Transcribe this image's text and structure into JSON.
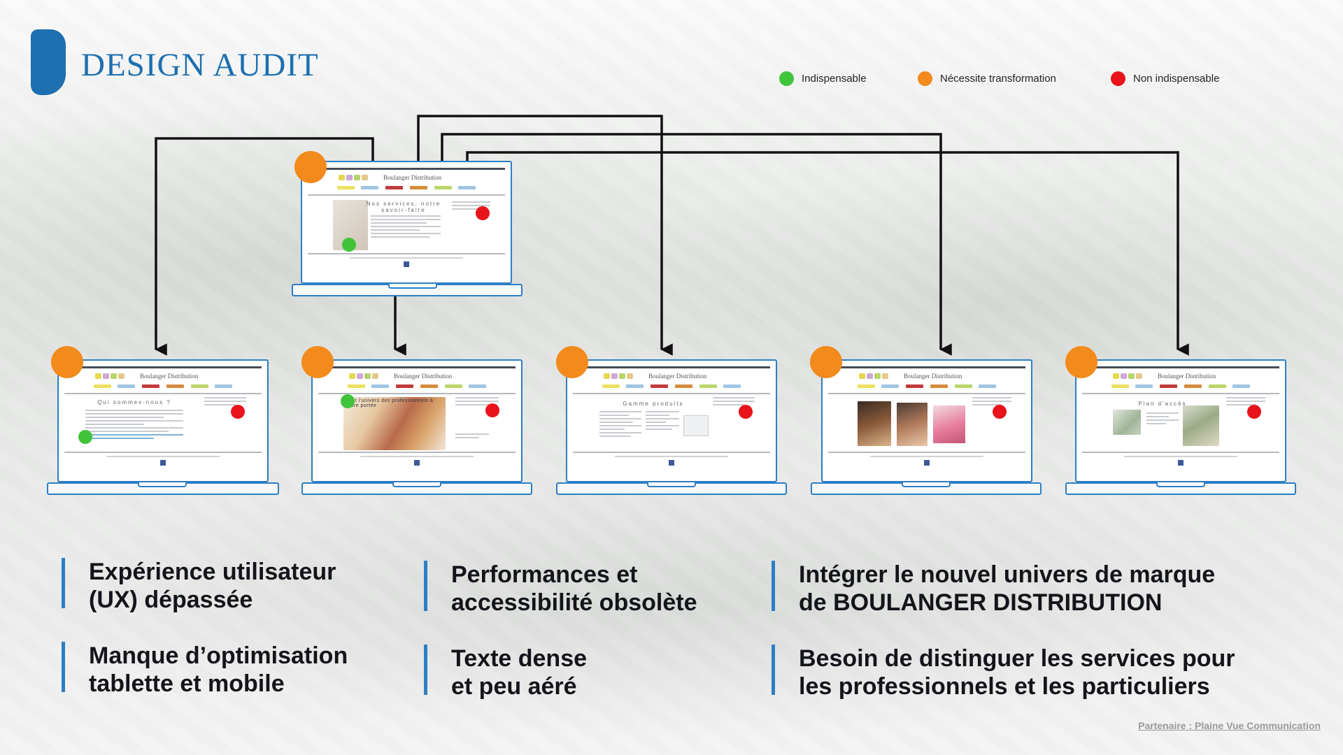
{
  "header": {
    "title": "DESIGN AUDIT",
    "brand_color": "#1d6fb0"
  },
  "legend": [
    {
      "label": "Indispensable",
      "color": "#3fc43a"
    },
    {
      "label": "Nécessite transformation",
      "color": "#f28a1c"
    },
    {
      "label": "Non indispensable",
      "color": "#e8131b"
    }
  ],
  "pages": {
    "home": {
      "brand": "Boulanger Distribution",
      "heading": "Nos services, notre savoir-faire",
      "status": "orange"
    },
    "children": [
      {
        "brand": "Boulanger Distribution",
        "heading": "Qui sommes-nous ?",
        "status": "orange"
      },
      {
        "brand": "Boulanger Distribution",
        "heading": "Tout l'univers des professionnels à votre portée",
        "status": "orange"
      },
      {
        "brand": "Boulanger Distribution",
        "heading": "Gamme produits",
        "status": "orange"
      },
      {
        "brand": "Boulanger Distribution",
        "heading": "",
        "status": "orange"
      },
      {
        "brand": "Boulanger Distribution",
        "heading": "Plan d'accès",
        "status": "orange"
      }
    ]
  },
  "bullets": [
    {
      "text": "Expérience utilisateur\n(UX) dépassée"
    },
    {
      "text": "Performances et\naccessibilité obsolète"
    },
    {
      "text": "Intégrer le nouvel univers de marque\nde BOULANGER DISTRIBUTION"
    },
    {
      "text": "Manque d’optimisation\ntablette et mobile"
    },
    {
      "text": "Texte dense\net peu aéré"
    },
    {
      "text": "Besoin de distinguer les services pour\nles professionnels et les particuliers"
    }
  ],
  "footer": {
    "partner": "Partenaire : Plaine Vue Communication"
  }
}
